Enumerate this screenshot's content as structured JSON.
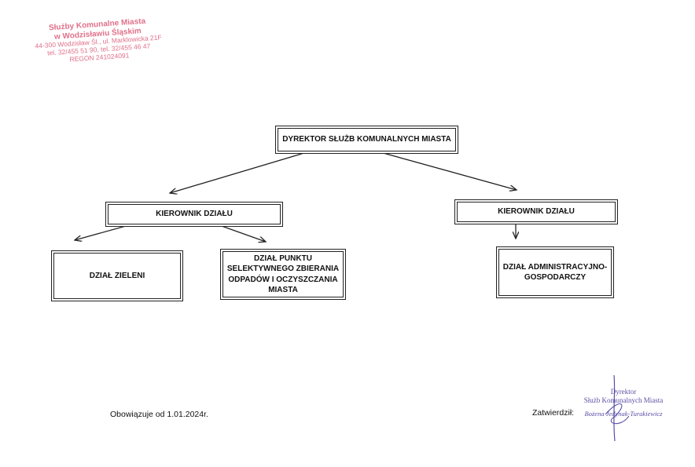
{
  "stamp": {
    "line1": "Służby Komunalne Miasta",
    "line2": "w Wodzisławiu Śląskim",
    "line3": "44-300 Wodzisław Śl., ul. Marklowicka 21F",
    "line4": "tel. 32/455 51 90, tel. 32/455 46 47",
    "line5": "REGON 241024091"
  },
  "org_chart": {
    "director": "DYREKTOR SŁUŻB KOMUNALNYCH MIASTA",
    "head_left": "KIEROWNIK DZIAŁU",
    "head_right": "KIEROWNIK DZIAŁU",
    "dept_green": "DZIAŁ ZIELENI",
    "dept_pszok": "DZIAŁ PUNKTU SELEKTYWNEGO ZBIERANIA ODPADÓW I OCZYSZCZANIA MIASTA",
    "dept_admin": "DZIAŁ ADMINISTRACYJNO-GOSPODARCZY"
  },
  "footer": {
    "effective": "Obowiązuje od 1.01.2024r.",
    "approved": "Zatwierdził:",
    "sig_role_line1": "Dyrektor",
    "sig_role_line2": "Służb Komunalnych Miasta",
    "sig_name": "Bożena Jedynak-Turakiewicz"
  }
}
